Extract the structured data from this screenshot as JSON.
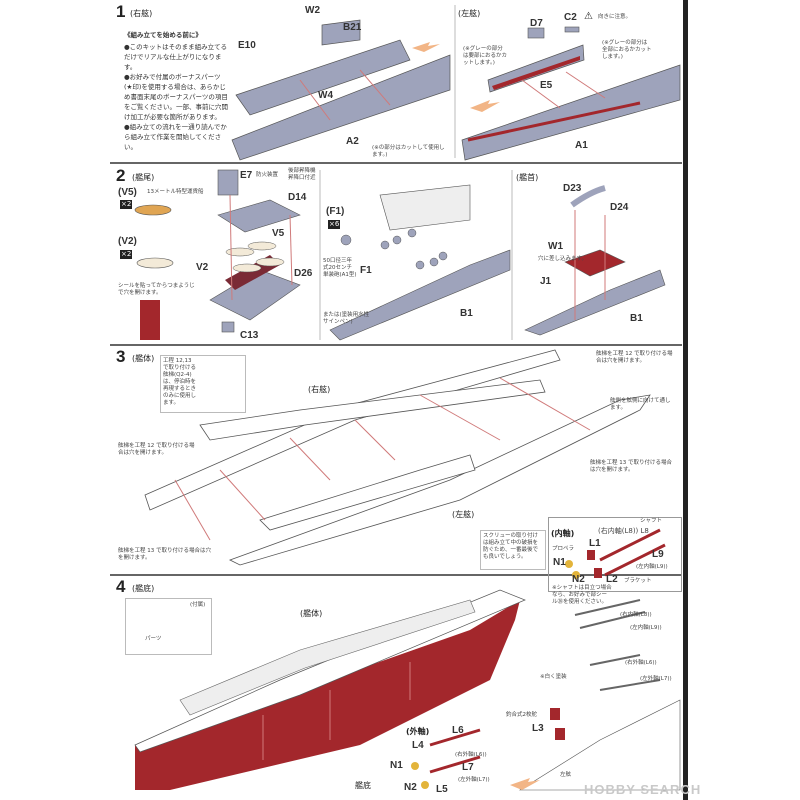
{
  "step1": {
    "number": "1",
    "title": "(右舷)",
    "intro_heading": "《組み立てを始める前に》",
    "intro_bullets": [
      "●このキットはそのまま組み立てるだけでリアルな仕上がりになります。",
      "●お好みで付属のボーナスパーツ(★印)を使用する場合は、あらかじめ書面末尾のボーナスパーツの項目をご覧ください。一部、事前に穴開け加工が必要な箇所があります。",
      "●組み立ての流れを一通り読んでから組み立て作業を開始してください。"
    ],
    "parts": [
      "W2",
      "B21",
      "E10",
      "W4",
      "A2"
    ],
    "footnote": "(※の部分はカットして使用します。)",
    "port_title": "(左舷)",
    "port_parts": [
      "D7",
      "C2",
      "E5",
      "A1"
    ],
    "caution": "向きに注意。",
    "port_note_left": "(※グレーの部分は要部におるかカットします。)",
    "port_note_right": "(※グレーの部分は全部におるかカットします。)"
  },
  "step2": {
    "number": "2",
    "title": "(艦尾)",
    "v5_label": "(V5)",
    "v5_desc": "13メートル特型運貨船",
    "v5_qty": "×2",
    "v2_label": "(V2)",
    "v2_qty": "×2",
    "seal_note": "シールを貼ってからつまようじで穴を開けます。",
    "parts": [
      "E7",
      "D14",
      "V5",
      "V2",
      "D26",
      "C13"
    ],
    "e7_desc": "防火装置",
    "d14_desc": "後部昇降機昇降口付近",
    "f1_label": "(F1)",
    "f1_qty": "×6",
    "f1_part": "F1",
    "turret_desc": "50口径三年式20センチ単装砲(A1型)",
    "paint_note": "または(塗装用水性サインペン)",
    "b1": "B1",
    "bow_title": "(艦首)",
    "bow_parts": [
      "D23",
      "D24",
      "W1",
      "J1",
      "B1"
    ],
    "w1_note": "穴に差し込みます。"
  },
  "step3": {
    "number": "3",
    "title": "(艦体)",
    "box_note": "工程 12,13 で取り付ける舷梯(Q2-4)は、停泊時を再現するときのみに使用します。",
    "starboard": "(右舷)",
    "port": "(左舷)",
    "note_left_top": "舷梯を工程 12 で取り付ける場合は穴を開けます。",
    "note_left_bottom": "舷梯を工程 13 で取り付ける場合は穴を開けます。",
    "note_right_top": "舷梯を工程 12 で取り付ける場合は穴を開けます。",
    "note_right_mid": "舷側を舷側に向けて通します。",
    "note_right_bottom": "舷梯を工程 13 で取り付ける場合は穴を開けます。",
    "screw_note": "スクリューの取り付けは組み立て中の破損を防ぐため、一番最後でも良いでしょう。"
  },
  "inner_shaft": {
    "title": "(内軸)",
    "shaft": "シャフト",
    "l8": "(右内軸(L8)) L8",
    "l1": "L1",
    "propeller": "プロペラ",
    "n1": "N1",
    "n2": "N2",
    "l2": "L2",
    "bracket": "ブラケット",
    "l9": "L9",
    "l9_desc": "(左内軸(L9))"
  },
  "step4": {
    "number": "4",
    "title": "(艦底)",
    "hull_label": "(艦体)",
    "bottom_label": "艦底",
    "accessory": "(付属)",
    "parts_label": "パーツ",
    "outer_title": "(外軸)",
    "outer_parts": {
      "l4": "L4",
      "l6": "L6",
      "n1": "N1",
      "l6_desc": "(右外軸(L6))",
      "l7": "L7",
      "n2": "N2",
      "l5": "L5",
      "l7_desc": "(左外軸(L7))"
    },
    "shaft_note": "※シャフトは目立つ場合なら、お好みで部シール㉖を使用ください。",
    "right_inner": "(右内軸(L8))",
    "left_inner": "(左内軸(L9))",
    "right_outer": "(右外軸(L6))",
    "left_outer": "(左外軸(L7))",
    "cut_note": "※白く塗装",
    "l3": "L3",
    "l3_desc": "釣合式2枚舵",
    "port_side": "左舷"
  },
  "watermark": "HOBBY SEARCH",
  "colors": {
    "gray_part": "#9ea3bb",
    "red_part": "#a3272c",
    "guide_line": "#d07a7a",
    "hull_outline": "#555555"
  }
}
